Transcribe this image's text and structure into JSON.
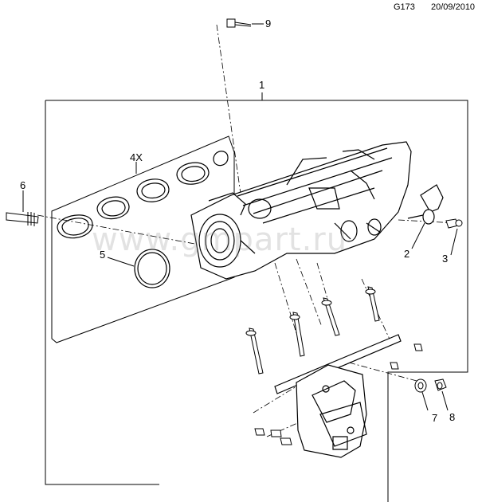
{
  "header": {
    "code": "G173",
    "date": "20/09/2010"
  },
  "watermark": "www.gmpart.ru",
  "callouts": {
    "c1": "1",
    "c2": "2",
    "c3": "3",
    "c4x": "4X",
    "c5": "5",
    "c6": "6",
    "c7": "7",
    "c8": "8",
    "c9": "9"
  }
}
